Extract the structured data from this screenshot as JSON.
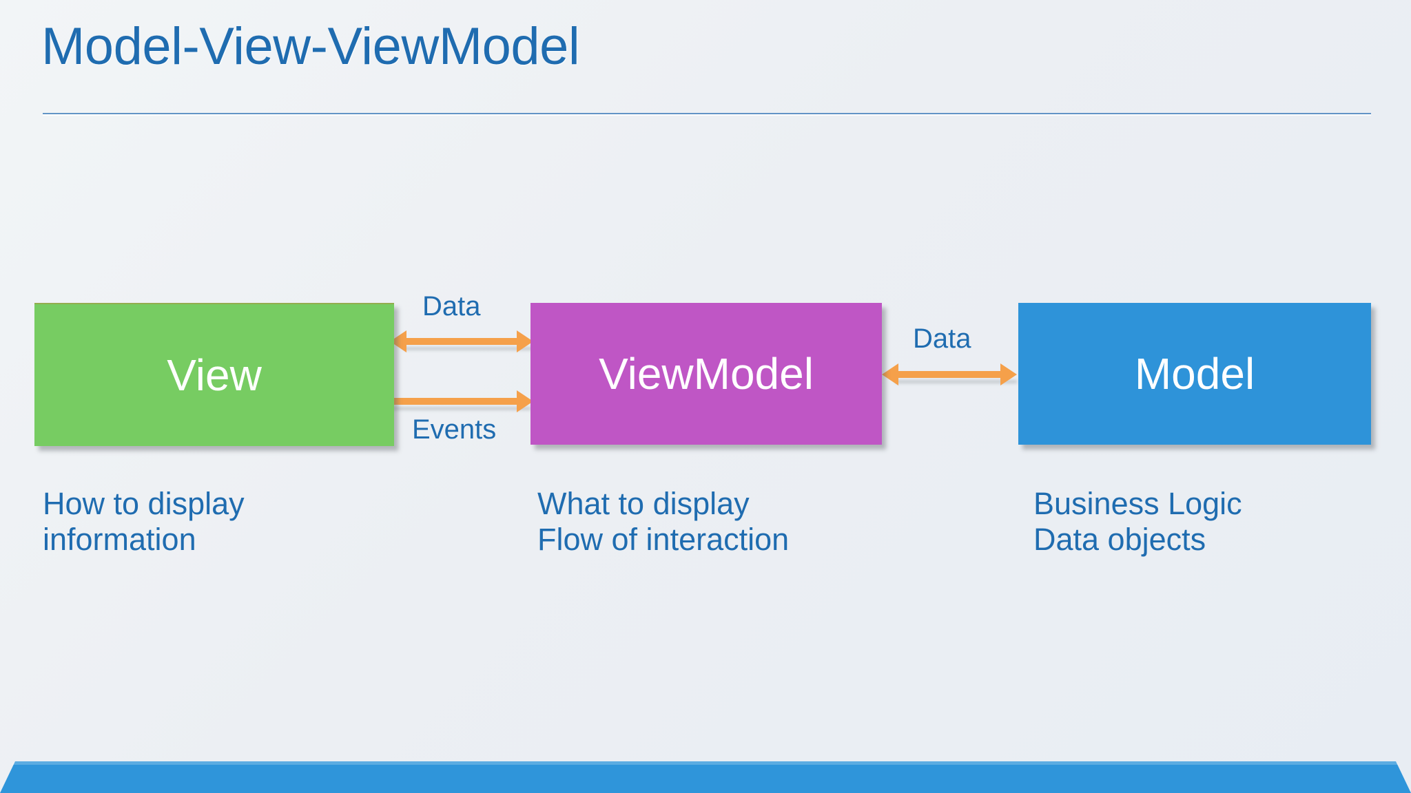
{
  "slide": {
    "title": "Model-View-ViewModel",
    "background_color": "#eff2f5",
    "accent_color": "#1f6cb0"
  },
  "diagram": {
    "type": "flow-diagram",
    "nodes": [
      {
        "id": "view",
        "label": "View",
        "color": "#77cc62",
        "caption": "How to display\ninformation"
      },
      {
        "id": "viewmodel",
        "label": "ViewModel",
        "color": "#bf56c5",
        "caption": "What to display\nFlow of interaction"
      },
      {
        "id": "model",
        "label": "Model",
        "color": "#2e93d9",
        "caption": "Business Logic\nData objects"
      }
    ],
    "edges": [
      {
        "id": "view-viewmodel-data",
        "label": "Data",
        "from": "view",
        "to": "viewmodel",
        "direction": "bidirectional",
        "color": "#f5a04a"
      },
      {
        "id": "view-viewmodel-events",
        "label": "Events",
        "from": "view",
        "to": "viewmodel",
        "direction": "right",
        "color": "#f5a04a"
      },
      {
        "id": "viewmodel-model-data",
        "label": "Data",
        "from": "viewmodel",
        "to": "model",
        "direction": "bidirectional",
        "color": "#f5a04a"
      }
    ]
  },
  "footer": {
    "bar_color": "#2f95da"
  }
}
